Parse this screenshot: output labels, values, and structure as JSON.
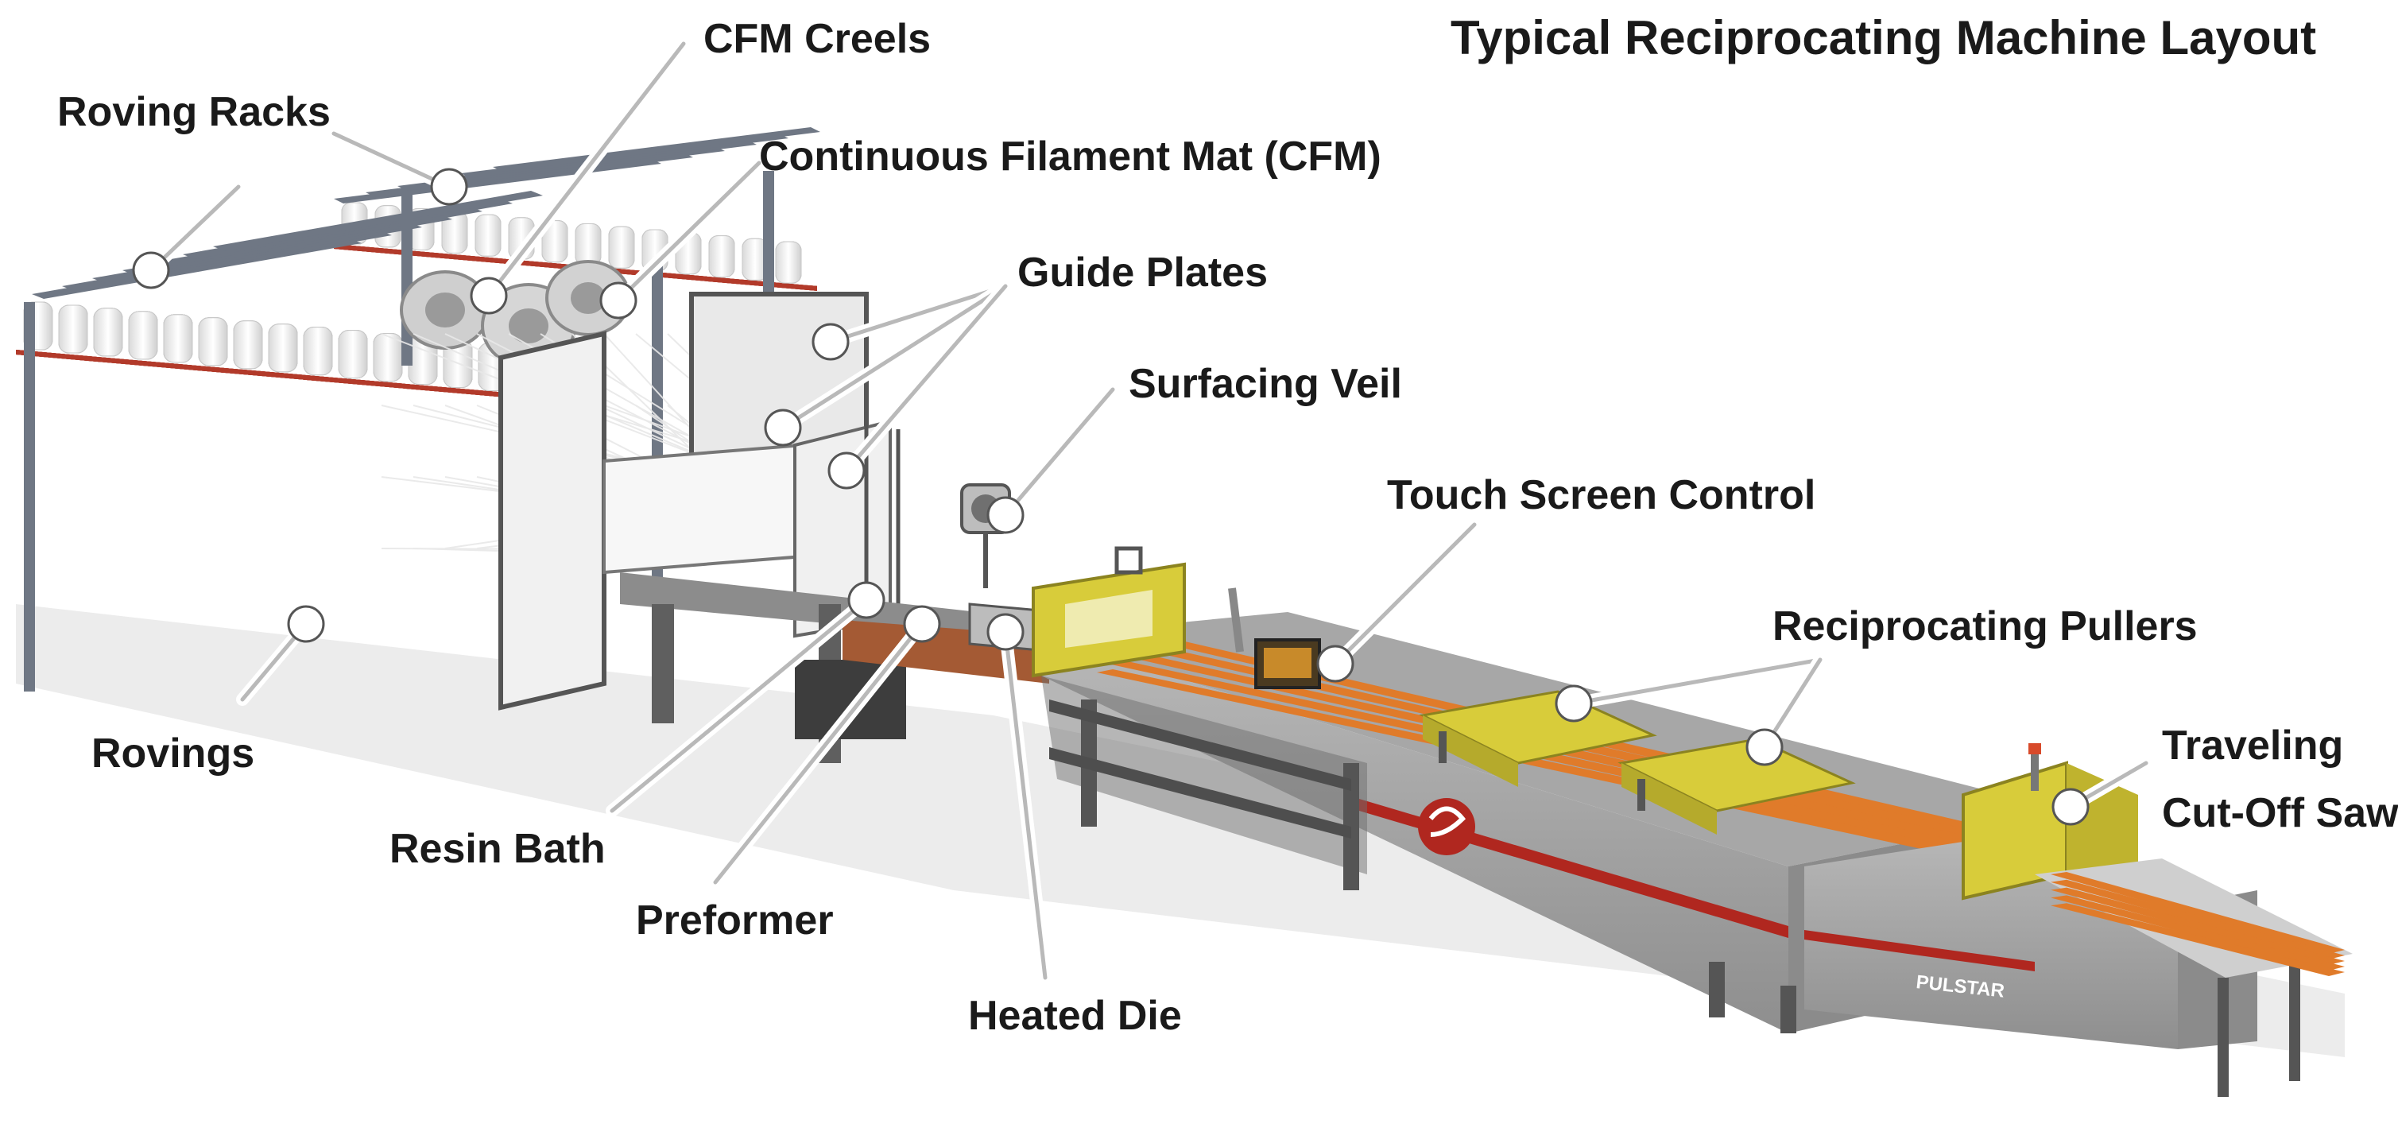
{
  "title": "Typical Reciprocating Machine Layout",
  "labels": {
    "roving_racks": "Roving Racks",
    "cfm_creels": "CFM Creels",
    "cfm": "Continuous Filament Mat (CFM)",
    "guide_plates": "Guide Plates",
    "surfacing_veil": "Surfacing Veil",
    "touch_screen": "Touch Screen Control",
    "pullers": "Reciprocating Pullers",
    "saw_line1": "Traveling",
    "saw_line2": "Cut-Off Saw",
    "rovings": "Rovings",
    "resin_bath": "Resin Bath",
    "preformer": "Preformer",
    "heated_die": "Heated Die"
  },
  "branding": {
    "logo_text": "PULSTAR"
  },
  "colors": {
    "rack_gray": "#6f7784",
    "spool_white": "#f2f2f2",
    "shelf_red": "#b23a2a",
    "machine_gray": "#9a9a9a",
    "stripe_red": "#b0271f",
    "puller_yellow": "#d8cc3a",
    "orange_rails": "#e07b2a"
  }
}
